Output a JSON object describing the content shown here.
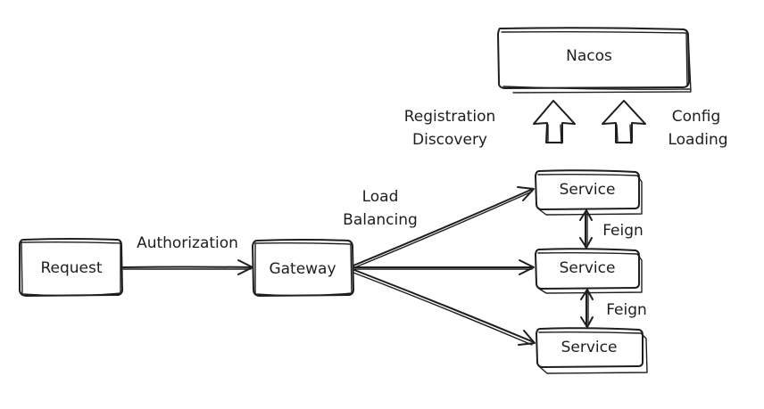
{
  "nodes": {
    "request": "Request",
    "gateway": "Gateway",
    "nacos": "Nacos",
    "service_1": "Service",
    "service_2": "Service",
    "service_3": "Service"
  },
  "edges": {
    "request_to_gateway": "Authorization",
    "gateway_to_services_line1": "Load",
    "gateway_to_services_line2": "Balancing",
    "feign_1": "Feign",
    "feign_2": "Feign"
  },
  "nacos_labels": {
    "left_line1": "Registration",
    "left_line2": "Discovery",
    "right_line1": "Config",
    "right_line2": "Loading"
  }
}
